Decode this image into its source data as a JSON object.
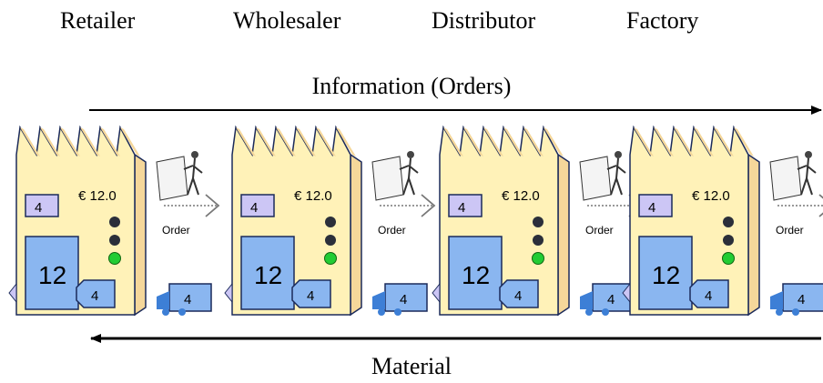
{
  "roles": [
    "Retailer",
    "Wholesaler",
    "Distributor",
    "Factory"
  ],
  "info_flow_label": "Information (Orders)",
  "material_flow_label": "Material",
  "stages": [
    {
      "price": "€ 12.0",
      "order_in": "4",
      "inventory": "12",
      "shipment": "4",
      "order_label": "Order",
      "truck": "4"
    },
    {
      "price": "€ 12.0",
      "order_in": "4",
      "inventory": "12",
      "shipment": "4",
      "order_label": "Order",
      "truck": "4"
    },
    {
      "price": "€ 12.0",
      "order_in": "4",
      "inventory": "12",
      "shipment": "4",
      "order_label": "Order",
      "truck": "4"
    },
    {
      "price": "€ 12.0",
      "order_in": "4",
      "inventory": "12",
      "shipment": "4",
      "order_label": "Order",
      "truck": "4"
    }
  ],
  "colors": {
    "building_front": "#fff2b8",
    "building_side": "#f5d79a",
    "box_purple": "#ccc6f5",
    "box_blue": "#8ab6f0",
    "truck_blue": "#3d7fd6",
    "light_off": "#2b2f3a",
    "light_green": "#22cc33",
    "outline": "#1b2a5a"
  }
}
